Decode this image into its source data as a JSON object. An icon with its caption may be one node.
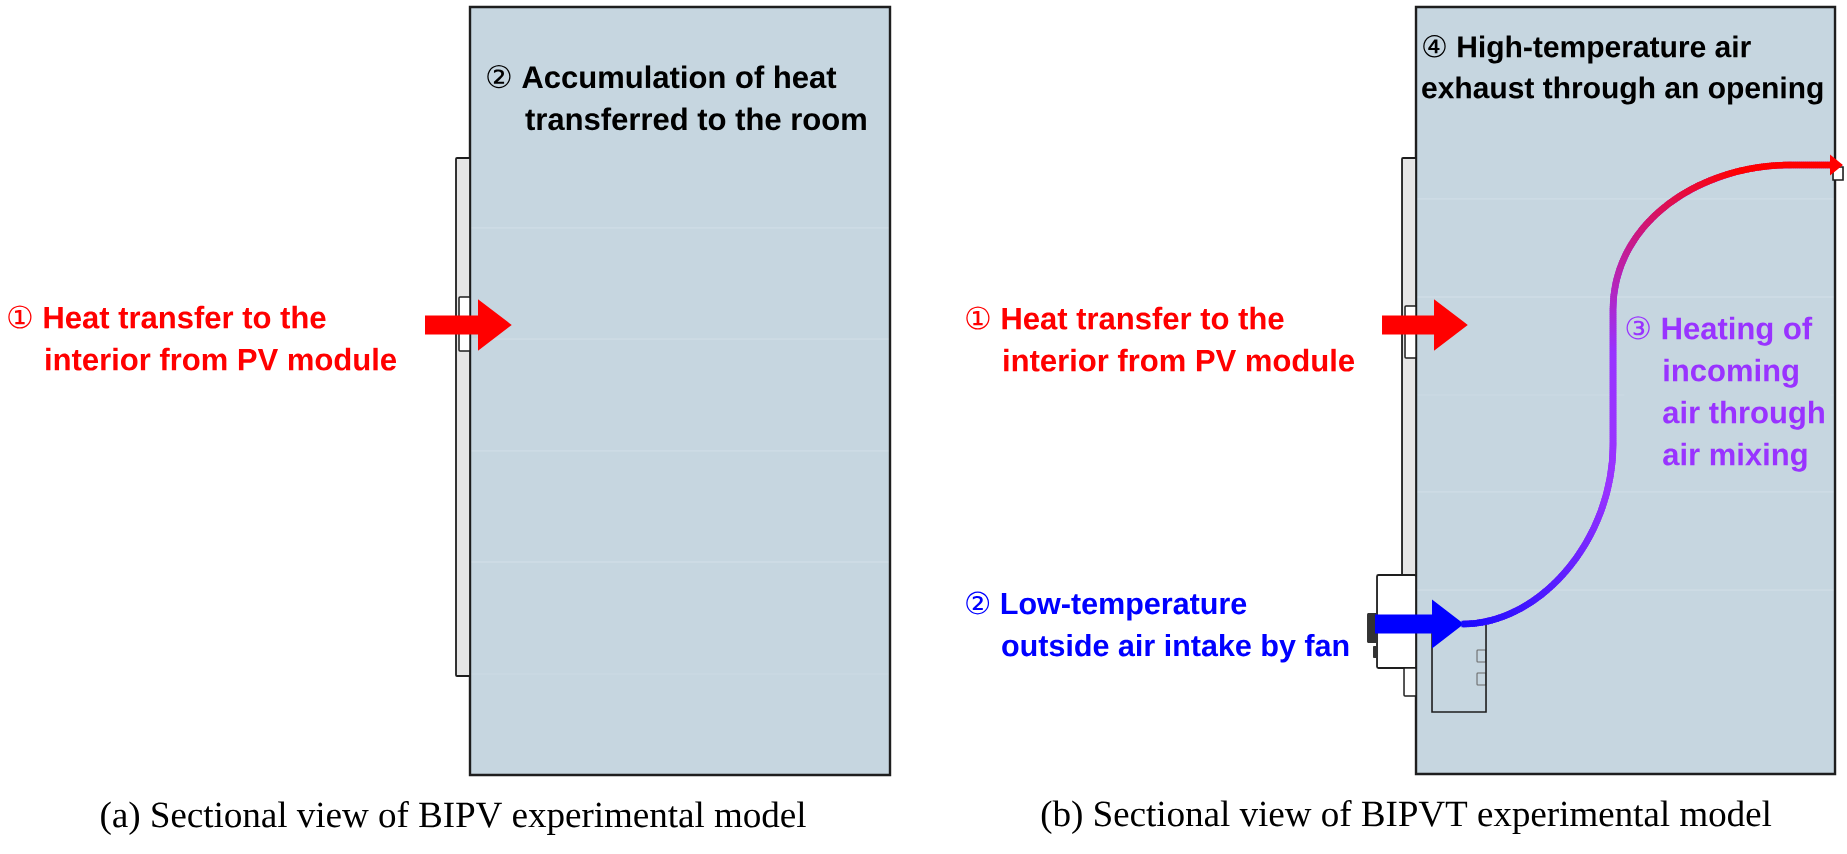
{
  "diagram": {
    "nodes": [
      {
        "text": [
          "② Accumulation of heat transferred to the room"
        ]
      },
      {
        "text": [
          "① Heat transfer to the interior from PV module"
        ]
      },
      {
        "text": [
          "④ High-temperature air exhaust through an opening"
        ]
      },
      {
        "text": [
          "① Heat transfer to the interior from PV module"
        ]
      },
      {
        "text": [
          "② Low-temperature outside air intake by fan"
        ]
      },
      {
        "text": [],
        "shape": "box",
        "in": 2
      },
      {
        "text": [],
        "shape": "box"
      }
    ],
    "edges": [
      {
        "from": 1,
        "to": 0,
        "arrow": "to",
        "color": "#ff0000"
      },
      {
        "from": 3,
        "to": 2,
        "arrow": "to",
        "color": "#ff0000"
      },
      {
        "from": 4,
        "to": 5,
        "arrow": "to",
        "color": "#0000ff"
      },
      {
        "from": 5,
        "to": 6,
        "arrow": "to",
        "label": "③ Heating of incoming air through air mixing",
        "color": "#9933ff"
      }
    ],
    "labels": [
      "(a) Sectional view of BIPV experimental model",
      "(b) Sectional view of BIPVT experimental model"
    ]
  }
}
